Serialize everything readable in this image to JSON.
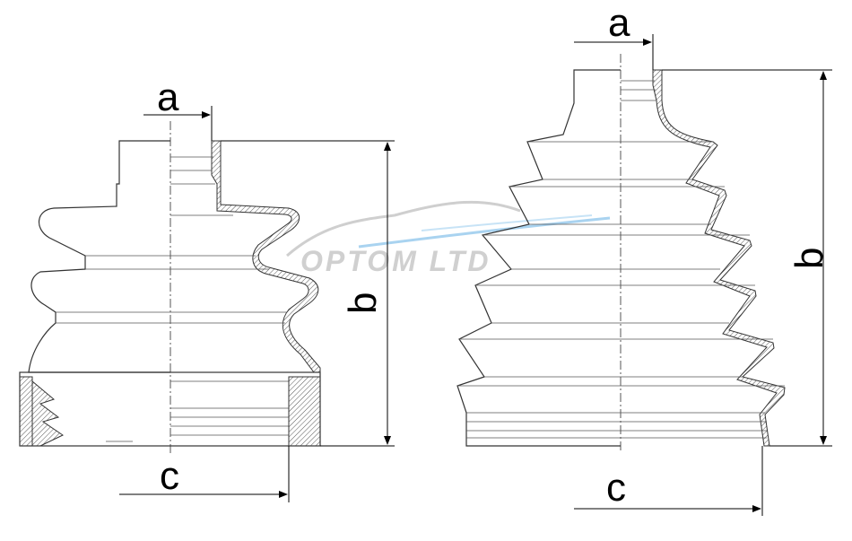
{
  "left_boot": {
    "dim_a": "a",
    "dim_b": "b",
    "dim_c": "c"
  },
  "right_boot": {
    "dim_a": "a",
    "dim_b": "b",
    "dim_c": "c"
  },
  "watermark": "OPTOM LTD",
  "colors": {
    "line": "#333333",
    "watermark_grey": "#c8c8c8",
    "watermark_blue": "#a9d3f0"
  }
}
